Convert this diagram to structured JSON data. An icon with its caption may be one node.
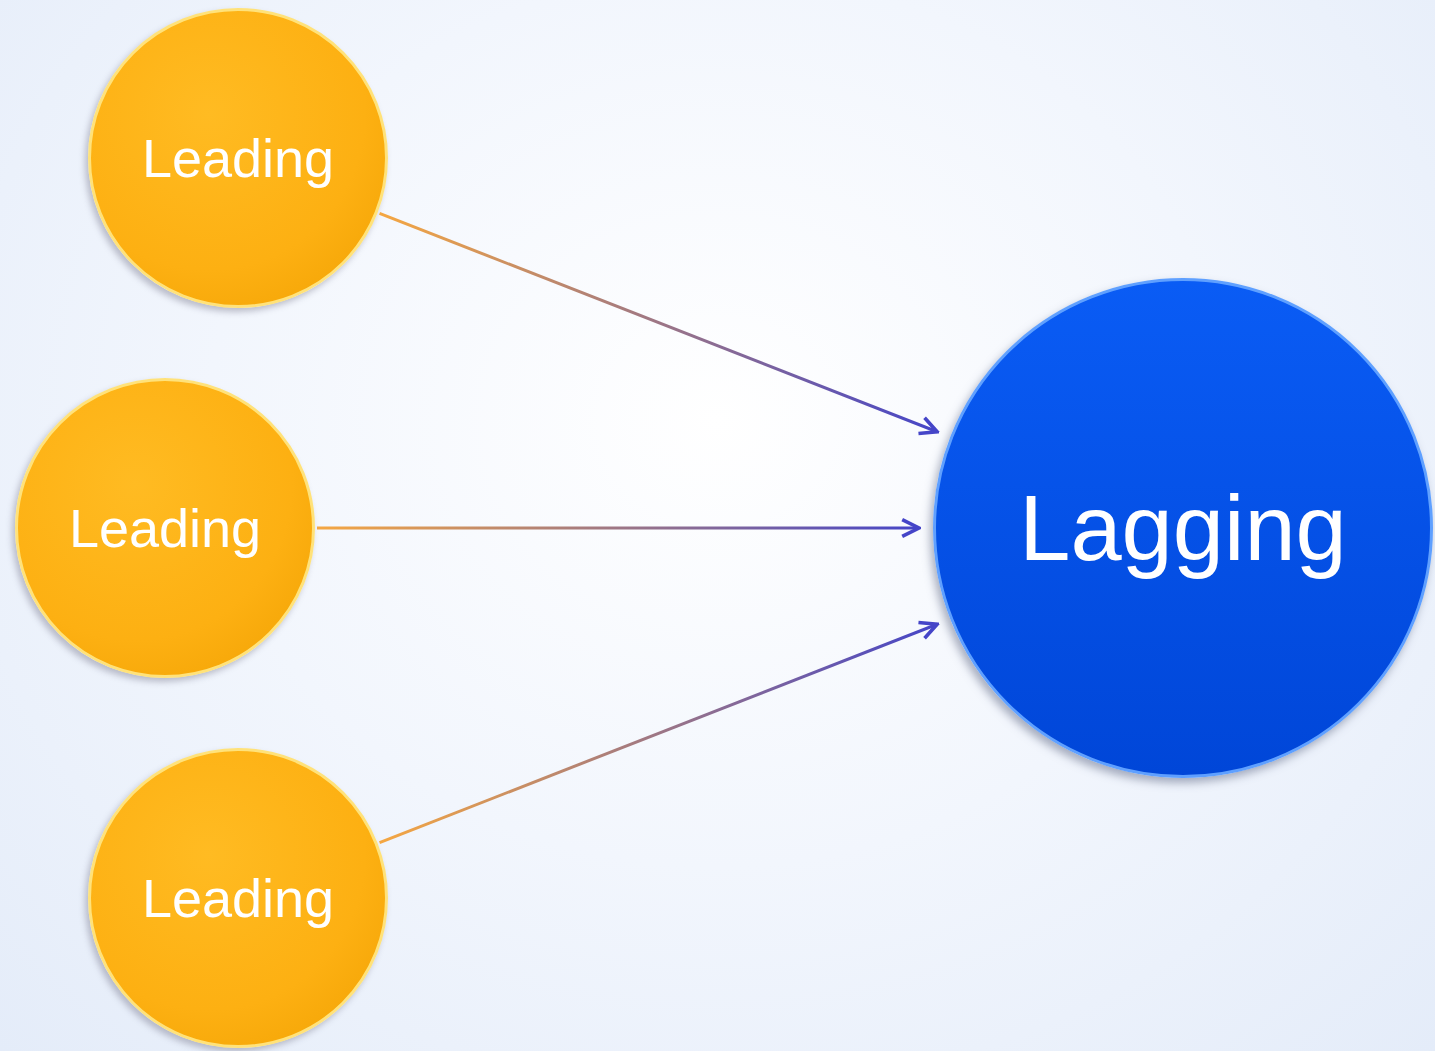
{
  "diagram": {
    "nodes": [
      {
        "text": [
          "Leading"
        ]
      },
      {
        "text": [
          "Leading"
        ]
      },
      {
        "text": [
          "Leading"
        ]
      },
      {
        "text": [
          "Lagging"
        ]
      }
    ],
    "edges": [
      {
        "from": 0,
        "to": 3,
        "arrow": "to"
      },
      {
        "from": 1,
        "to": 3,
        "arrow": "to"
      },
      {
        "from": 2,
        "to": 3,
        "arrow": "to"
      }
    ]
  }
}
